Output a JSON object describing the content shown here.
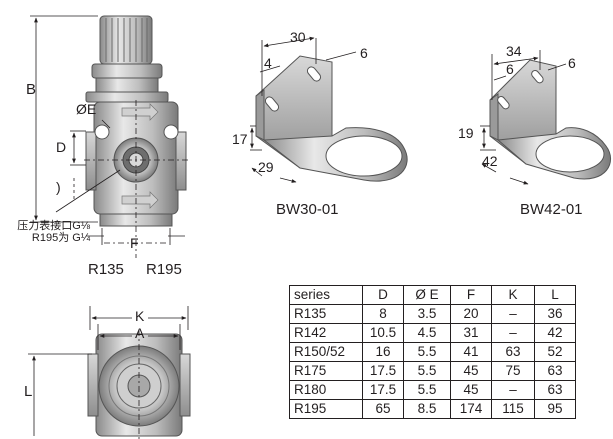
{
  "regulator_front": {
    "dim_b": "B",
    "dim_phi_e": "ØE",
    "dim_d": "D",
    "dim_paren": ")",
    "dim_f": "F",
    "gauge_note_line1": "压力表接口G⅛",
    "gauge_note_line2": "R195为 G¼",
    "model_left": "R135",
    "model_right": "R195"
  },
  "regulator_bottom": {
    "dim_k": "K",
    "dim_a": "A",
    "dim_l": "L"
  },
  "bracket_bw30": {
    "dim_30": "30",
    "dim_4": "4",
    "dim_6": "6",
    "dim_17": "17",
    "dim_29": "29",
    "caption": "BW30-01"
  },
  "bracket_bw42": {
    "dim_34": "34",
    "dim_6a": "6",
    "dim_6b": "6",
    "dim_19": "19",
    "dim_42": "42",
    "caption": "BW42-01"
  },
  "spec_table": {
    "headers": [
      "series",
      "D",
      "Ø E",
      "F",
      "K",
      "L"
    ],
    "rows": [
      [
        "R135",
        "8",
        "3.5",
        "20",
        "–",
        "36"
      ],
      [
        "R142",
        "10.5",
        "4.5",
        "31",
        "–",
        "42"
      ],
      [
        "R150/52",
        "16",
        "5.5",
        "41",
        "63",
        "52"
      ],
      [
        "R175",
        "17.5",
        "5.5",
        "45",
        "75",
        "63"
      ],
      [
        "R180",
        "17.5",
        "5.5",
        "45",
        "–",
        "63"
      ],
      [
        "R195",
        "65",
        "8.5",
        "174",
        "115",
        "95"
      ]
    ]
  }
}
